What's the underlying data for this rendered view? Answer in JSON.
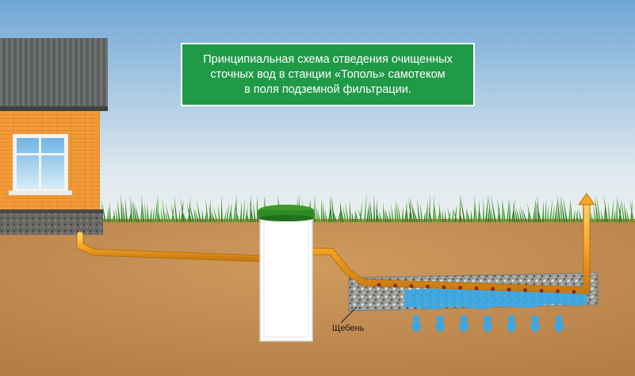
{
  "title": {
    "lines": [
      "Принципиальная схема отведения очищенных",
      "сточных вод в станции «Тополь» самотеком",
      "в поля подземной фильтрации."
    ]
  },
  "labels": {
    "gravel": "Щебень"
  },
  "colors": {
    "sky_top": "#6fa6d6",
    "sky_bottom": "#e8eef0",
    "soil": "#c28a4e",
    "grass": "#3f9a2a",
    "pipe": "#f5a623",
    "title_bg": "#1f9a47",
    "water": "#3aa8e6"
  }
}
